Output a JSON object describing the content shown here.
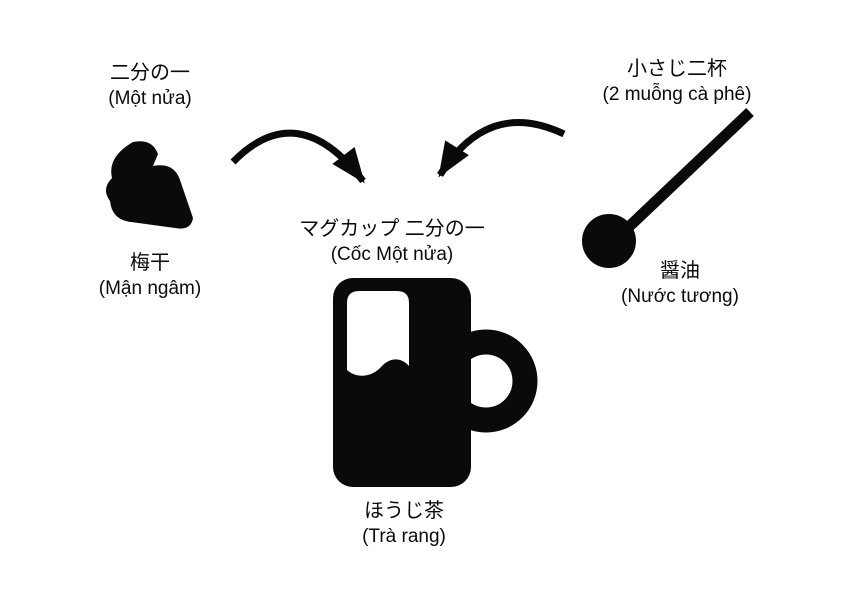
{
  "diagram": {
    "title": "Hojicha with umeboshi and soy sauce diagram",
    "left_ingredient": {
      "amount_jp": "二分の一",
      "amount_vi": "(Một nửa)",
      "name_jp": "梅干",
      "name_vi": "(Mận ngâm)"
    },
    "right_ingredient": {
      "amount_jp": "小さじ二杯",
      "amount_vi": "(2 muỗng cà phê)",
      "name_jp": "醤油",
      "name_vi": "(Nước tương)"
    },
    "center": {
      "container_jp": "マグカップ 二分の一",
      "container_vi": "(Cốc Một nửa)",
      "drink_jp": "ほうじ茶",
      "drink_vi": "(Trà rang)"
    },
    "colors": {
      "ink": "#0a0a0a",
      "background": "#ffffff"
    }
  }
}
